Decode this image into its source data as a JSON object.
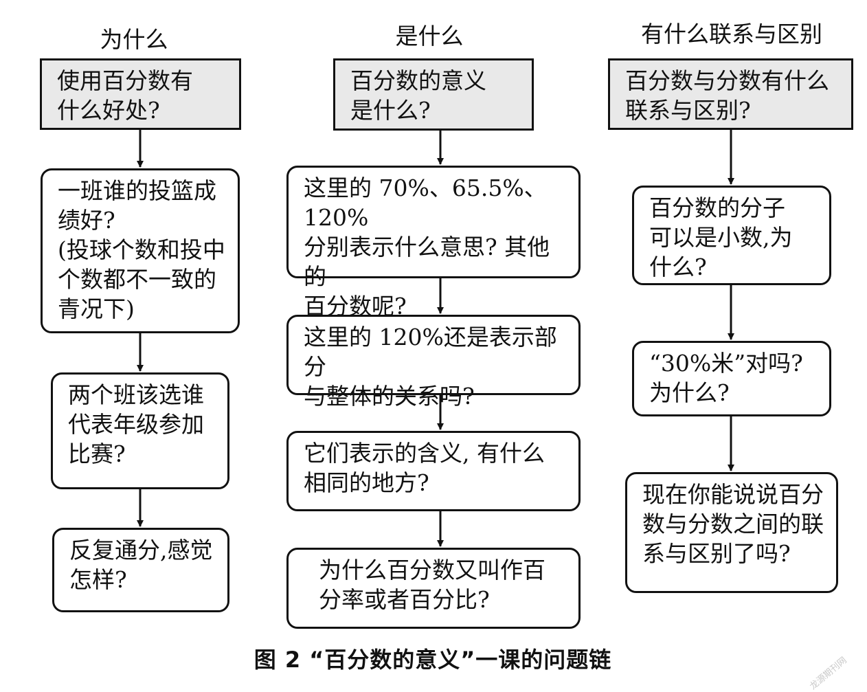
{
  "columns": [
    {
      "heading": "为什么",
      "nodes": [
        "使用百分数有\n什么好处?",
        "一班谁的投篮成\n绩好?\n(投球个数和投中\n个数都不一致的\n青况下)",
        "两个班该选谁\n代表年级参加\n比赛?",
        "反复通分,感觉\n怎样?"
      ]
    },
    {
      "heading": "是什么",
      "nodes": [
        "百分数的意义\n是什么?",
        "这里的 70%、65.5%、120%\n分别表示什么意思? 其他的\n百分数呢?",
        "这里的 120%还是表示部分\n与整体的关系吗?",
        "它们表示的含义, 有什么\n相同的地方?",
        "为什么百分数又叫作百\n分率或者百分比?"
      ]
    },
    {
      "heading": "有什么联系与区别",
      "nodes": [
        "百分数与分数有什么\n联系与区别?",
        "百分数的分子\n可以是小数,为\n什么?",
        "“30%米”对吗?\n为什么?",
        "现在你能说说百分\n数与分数之间的联\n系与区别了吗?"
      ]
    }
  ],
  "caption": "图 2 “百分数的意义”一课的问题链",
  "watermark": "龙源期刊网"
}
